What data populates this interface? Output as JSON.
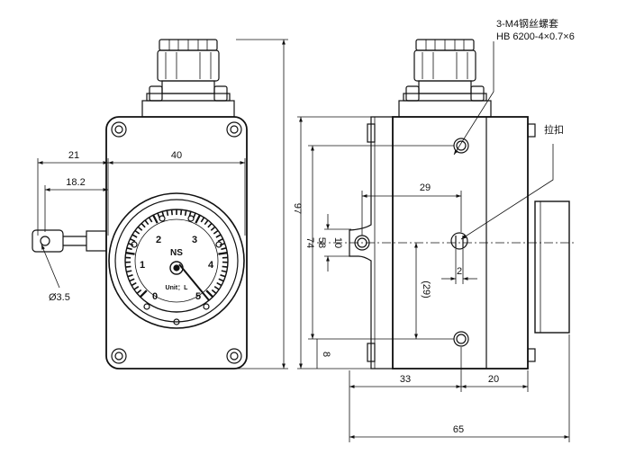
{
  "drawing": {
    "front_view": {
      "dims": {
        "width_left": "21",
        "width_body": "40",
        "hose_offset": "18.2",
        "height_total": "97",
        "hole_dia": "Ø3.5"
      },
      "gauge": {
        "brand": "NS",
        "unit": "Unit：L",
        "ticks": [
          "0",
          "1",
          "2",
          "3",
          "4",
          "5"
        ]
      }
    },
    "side_view": {
      "dims": {
        "height_74": "74",
        "height_58": "58",
        "dim_10": "10",
        "dim_29": "29",
        "dim_29_ref": "(29)",
        "dim_2": "2",
        "dim_8": "8",
        "dim_33": "33",
        "dim_20": "20",
        "dim_65": "65"
      },
      "notes": {
        "insert_line1": "3-M4钢丝螺套",
        "insert_line2": "HB 6200-4×0.7×6",
        "clip": "拉扣"
      }
    }
  }
}
